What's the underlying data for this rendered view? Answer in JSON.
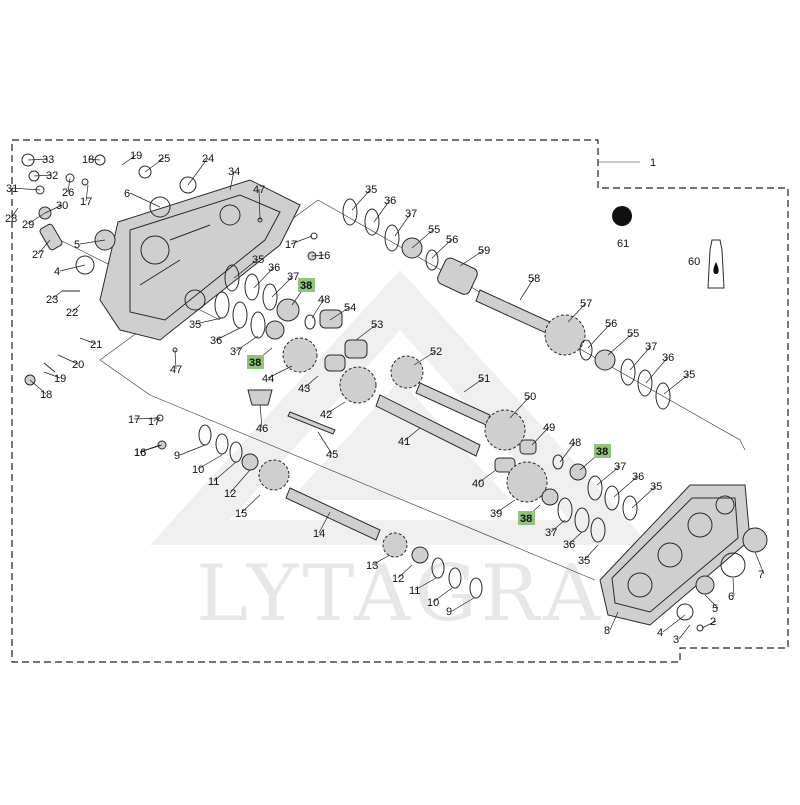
{
  "watermark": {
    "text": "LYTAGRA",
    "color": "#e6e6e6"
  },
  "highlight_color": "#8fc47a",
  "assembly_label": "1",
  "sealant_label": "60",
  "grease_label": "61",
  "callouts": [
    {
      "label": "33"
    },
    {
      "label": "32"
    },
    {
      "label": "31"
    },
    {
      "label": "28"
    },
    {
      "label": "29"
    },
    {
      "label": "30"
    },
    {
      "label": "27"
    },
    {
      "label": "26"
    },
    {
      "label": "18"
    },
    {
      "label": "19"
    },
    {
      "label": "25"
    },
    {
      "label": "24"
    },
    {
      "label": "6"
    },
    {
      "label": "17"
    },
    {
      "label": "34"
    },
    {
      "label": "47"
    },
    {
      "label": "5"
    },
    {
      "label": "4"
    },
    {
      "label": "23"
    },
    {
      "label": "22"
    },
    {
      "label": "21"
    },
    {
      "label": "20"
    },
    {
      "label": "19"
    },
    {
      "label": "18"
    },
    {
      "label": "17"
    },
    {
      "label": "16"
    },
    {
      "label": "35"
    },
    {
      "label": "36"
    },
    {
      "label": "37"
    },
    {
      "label": "55"
    },
    {
      "label": "56"
    },
    {
      "label": "59"
    },
    {
      "label": "58"
    },
    {
      "label": "57"
    },
    {
      "label": "56"
    },
    {
      "label": "55"
    },
    {
      "label": "37"
    },
    {
      "label": "36"
    },
    {
      "label": "35"
    },
    {
      "label": "35"
    },
    {
      "label": "36"
    },
    {
      "label": "37"
    },
    {
      "label": "38",
      "hl": true
    },
    {
      "label": "48"
    },
    {
      "label": "54"
    },
    {
      "label": "53"
    },
    {
      "label": "52"
    },
    {
      "label": "51"
    },
    {
      "label": "50"
    },
    {
      "label": "49"
    },
    {
      "label": "48"
    },
    {
      "label": "38",
      "hl": true
    },
    {
      "label": "37"
    },
    {
      "label": "36"
    },
    {
      "label": "35"
    },
    {
      "label": "35"
    },
    {
      "label": "36"
    },
    {
      "label": "37"
    },
    {
      "label": "38",
      "hl": true
    },
    {
      "label": "44"
    },
    {
      "label": "43"
    },
    {
      "label": "42"
    },
    {
      "label": "41"
    },
    {
      "label": "40"
    },
    {
      "label": "39"
    },
    {
      "label": "38",
      "hl": true
    },
    {
      "label": "37"
    },
    {
      "label": "36"
    },
    {
      "label": "35"
    },
    {
      "label": "46"
    },
    {
      "label": "45"
    },
    {
      "label": "47"
    },
    {
      "label": "17"
    },
    {
      "label": "16"
    },
    {
      "label": "9"
    },
    {
      "label": "10"
    },
    {
      "label": "11"
    },
    {
      "label": "12"
    },
    {
      "label": "15"
    },
    {
      "label": "14"
    },
    {
      "label": "13"
    },
    {
      "label": "12"
    },
    {
      "label": "11"
    },
    {
      "label": "10"
    },
    {
      "label": "9"
    },
    {
      "label": "8"
    },
    {
      "label": "7"
    },
    {
      "label": "6"
    },
    {
      "label": "5"
    },
    {
      "label": "4"
    },
    {
      "label": "3"
    },
    {
      "label": "2"
    },
    {
      "label": "17"
    },
    {
      "label": "16"
    }
  ]
}
